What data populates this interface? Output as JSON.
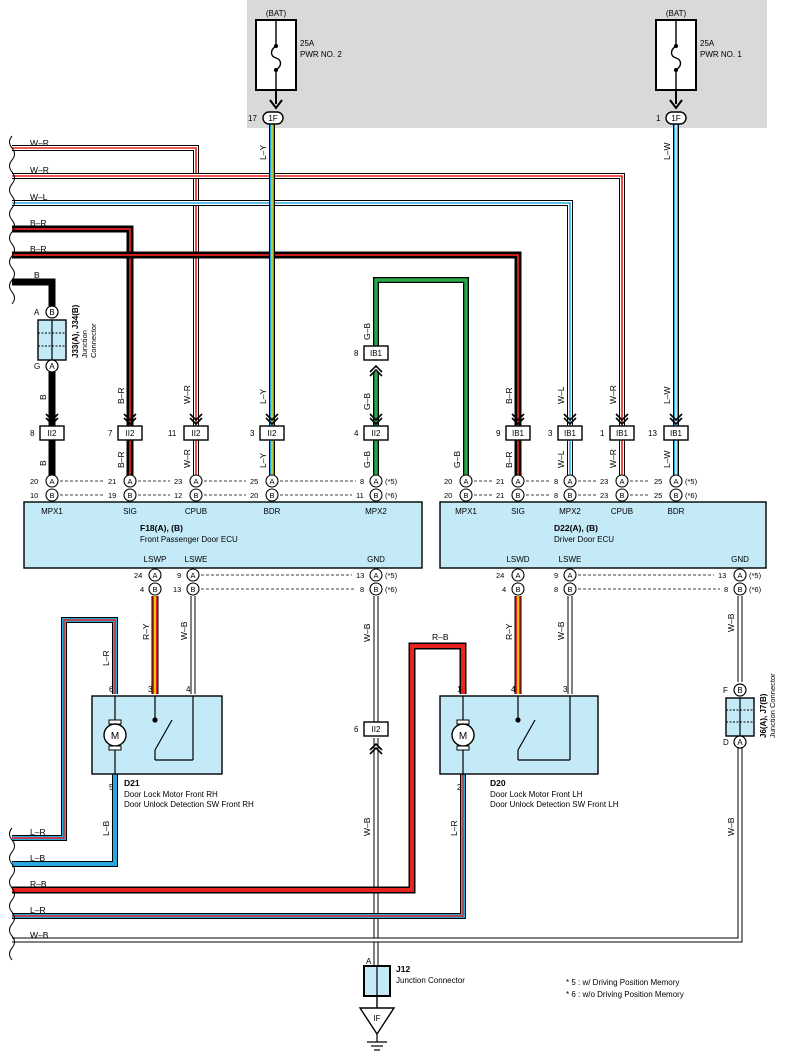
{
  "power": {
    "fuse1": {
      "bat": "(BAT)",
      "rating": "25A",
      "name": "PWR NO. 2",
      "pin": "17",
      "conn": "1F"
    },
    "fuse2": {
      "bat": "(BAT)",
      "rating": "25A",
      "name": "PWR NO. 1",
      "pin": "1",
      "conn": "1F"
    }
  },
  "wires": {
    "wr": "W–R",
    "wl": "W–L",
    "br": "B–R",
    "b": "B",
    "ly": "L–Y",
    "lw": "L–W",
    "gb": "G–B",
    "ry": "R–Y",
    "wb": "W–B",
    "lr": "L–R",
    "lb": "L–B",
    "rb": "R–B"
  },
  "ecu_rh": {
    "id": "F18(A), (B)",
    "name": "Front Passenger Door ECU",
    "terms": [
      "MPX1",
      "SIG",
      "CPUB",
      "BDR",
      "MPX2"
    ],
    "bottom_terms": [
      "LSWP",
      "LSWE",
      "GND"
    ]
  },
  "ecu_lh": {
    "id": "D22(A), (B)",
    "name": "Driver Door ECU",
    "terms": [
      "MPX1",
      "SIG",
      "MPX2",
      "CPUB",
      "BDR"
    ],
    "bottom_terms": [
      "LSWD",
      "LSWE",
      "GND"
    ]
  },
  "connectors": {
    "ii2": "II2",
    "ib1": "IB1"
  },
  "junction_top": {
    "id": "J33(A), J34(B)",
    "label1": "Junction",
    "label2": "Connector"
  },
  "junction_right": {
    "id": "J6(A), J7(B)",
    "label": "Junction Connector"
  },
  "j12": {
    "id": "J12",
    "name": "Junction Connector",
    "pin": "A",
    "ground": "IF"
  },
  "motor_rh": {
    "id": "D21",
    "line1": "Door Lock Motor Front RH",
    "line2": "Door Unlock Detection SW Front RH"
  },
  "motor_lh": {
    "id": "D20",
    "line1": "Door Lock Motor Front LH",
    "line2": "Door Unlock Detection SW Front LH"
  },
  "motor_symbol": "M",
  "notes": [
    "* 5 : w/ Driving Position Memory",
    "* 6 : w/o Driving Position Memory"
  ],
  "pins": {
    "A": "A",
    "B": "B",
    "G": "G",
    "F": "F",
    "D": "D",
    "p1": "1",
    "p2": "2",
    "p3": "3",
    "p4": "4",
    "p5": "5",
    "p6": "6",
    "p7": "7",
    "p8": "8",
    "p9": "9",
    "p10": "10",
    "p11": "11",
    "p12": "12",
    "p13": "13",
    "p19": "19",
    "p20": "20",
    "p21": "21",
    "p23": "23",
    "p24": "24",
    "p25": "25",
    "star5": "(*5)",
    "star6": "(*6)"
  },
  "colors": {
    "red": "#e8231e",
    "blue": "#29a8e0",
    "yellow": "#f2d600",
    "green": "#2aa94a",
    "panel": "#c5eaf7",
    "gray": "#d9d9d9"
  }
}
